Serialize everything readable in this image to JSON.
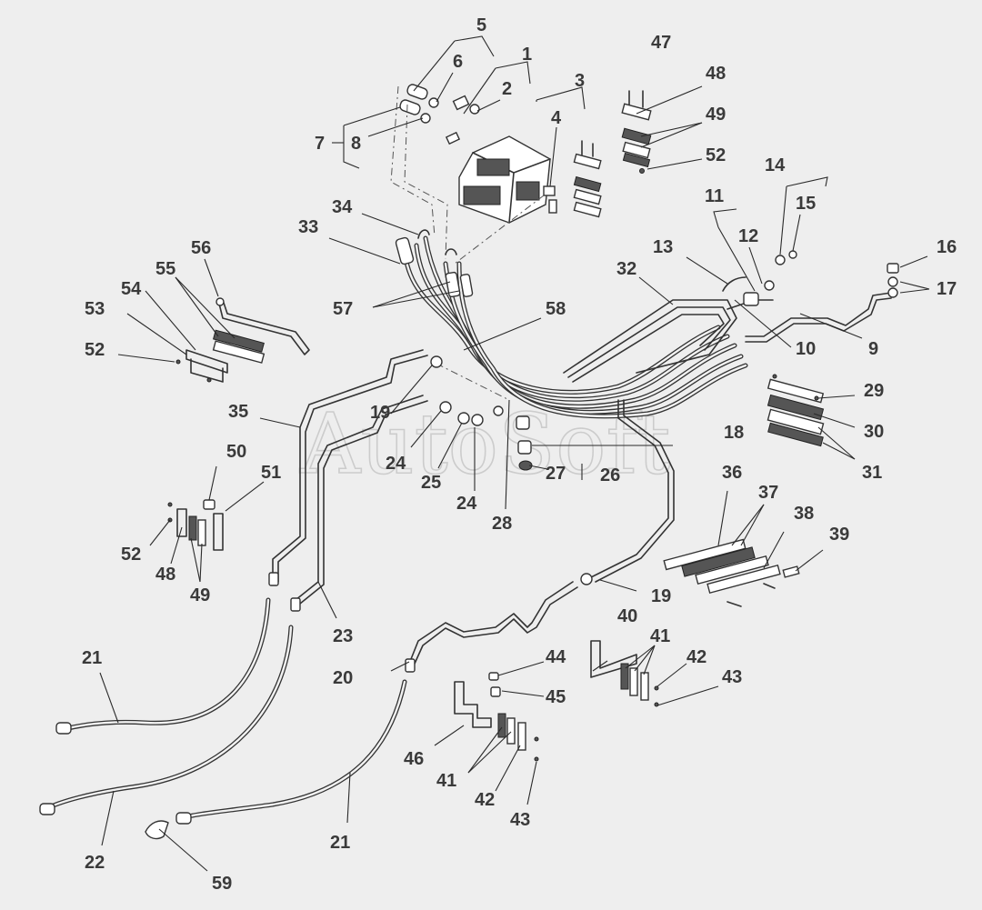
{
  "watermark": "AutoSoft",
  "callouts": {
    "n1": "1",
    "n2": "2",
    "n3": "3",
    "n4": "4",
    "n5": "5",
    "n6": "6",
    "n7": "7",
    "n8": "8",
    "n9": "9",
    "n10": "10",
    "n11": "11",
    "n12": "12",
    "n13": "13",
    "n14": "14",
    "n15": "15",
    "n16": "16",
    "n17": "17",
    "n18": "18",
    "n19a": "19",
    "n19b": "19",
    "n20": "20",
    "n21a": "21",
    "n21b": "21",
    "n22": "22",
    "n23": "23",
    "n24a": "24",
    "n24b": "24",
    "n25": "25",
    "n26": "26",
    "n27": "27",
    "n28": "28",
    "n29": "29",
    "n30": "30",
    "n31": "31",
    "n32": "32",
    "n33": "33",
    "n34": "34",
    "n35": "35",
    "n36": "36",
    "n37": "37",
    "n38": "38",
    "n39": "39",
    "n40": "40",
    "n41a": "41",
    "n41b": "41",
    "n42a": "42",
    "n42b": "42",
    "n43a": "43",
    "n43b": "43",
    "n44": "44",
    "n45": "45",
    "n46": "46",
    "n47": "47",
    "n48a": "48",
    "n48b": "48",
    "n49a": "49",
    "n49b": "49",
    "n50": "50",
    "n51": "51",
    "n52a": "52",
    "n52b": "52",
    "n52c": "52",
    "n53": "53",
    "n54": "54",
    "n55": "55",
    "n56": "56",
    "n57": "57",
    "n58": "58",
    "n59": "59"
  },
  "colors": {
    "background": "#eeeeee",
    "ink": "#333333",
    "watermark": "#c9c9c9"
  }
}
